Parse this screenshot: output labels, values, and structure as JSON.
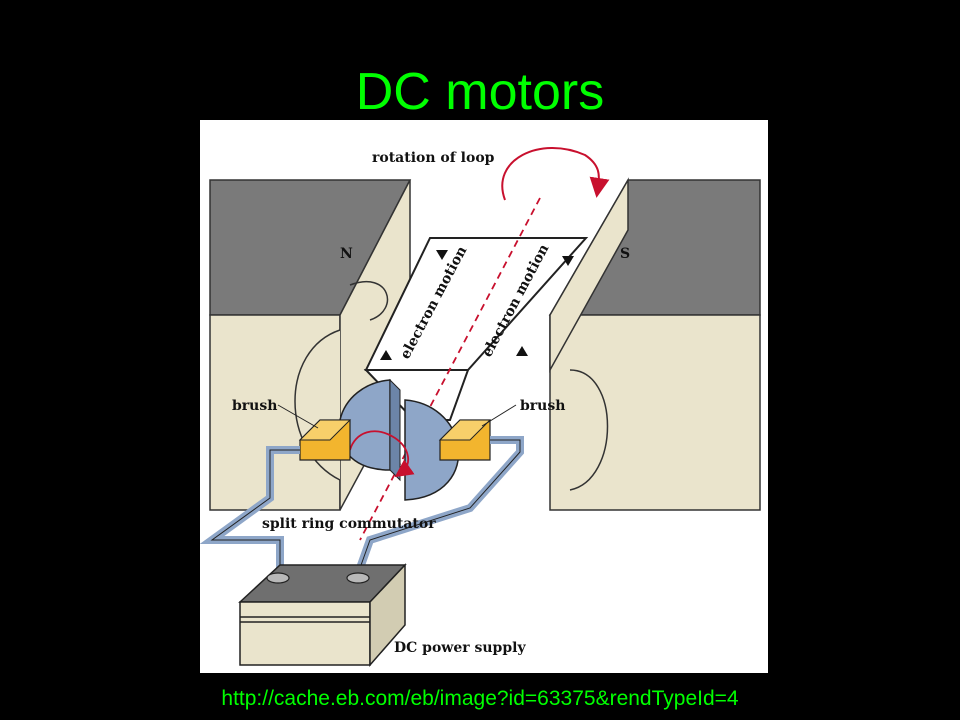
{
  "slide": {
    "title": "DC motors",
    "source_url": "http://cache.eb.com/eb/image?id=63375&rendTypeId=4"
  },
  "diagram": {
    "labels": {
      "rotation": "rotation of loop",
      "north": "N",
      "south": "S",
      "electron_left": "electron motion",
      "electron_right": "electron motion",
      "brush_left": "brush",
      "brush_right": "brush",
      "commutator": "split ring commutator",
      "power_supply": "DC power supply"
    },
    "colors": {
      "magnet_top": "#7a7a7a",
      "magnet_body": "#eae4cc",
      "commutator": "#8ea6c8",
      "brush": "#f2b52e",
      "wire": "#8ea6c8",
      "rotation_arrow": "#c8102e",
      "battery_body": "#eae4cc",
      "battery_top": "#6f6f6f"
    }
  }
}
